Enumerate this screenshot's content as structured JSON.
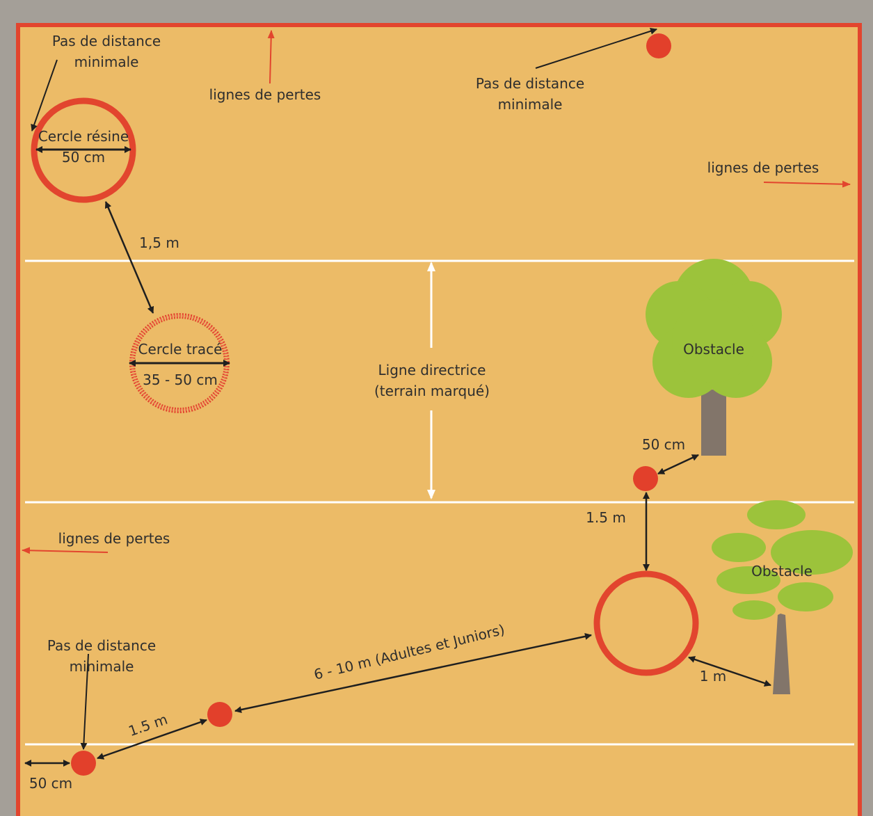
{
  "colors": {
    "field": "#ecbb67",
    "border": "#e2452e",
    "white_line": "#ffffff",
    "ball": "#e2402b",
    "foliage": "#9cc33b",
    "trunk": "#82756a",
    "ink": "#1f1f1f"
  },
  "labels": {
    "pas_distance_1a": "Pas de distance",
    "pas_distance_1b": "minimale",
    "lignes_pertes_top": "lignes de pertes",
    "pas_distance_2a": "Pas de distance",
    "pas_distance_2b": "minimale",
    "lignes_pertes_right": "lignes de pertes",
    "cercle_resine": "Cercle résine",
    "cercle_resine_size": "50 cm",
    "dist_1_5_top": "1,5 m",
    "cercle_trace": "Cercle tracé",
    "cercle_trace_size": "35 - 50 cm",
    "ligne_directrice_a": "Ligne directrice",
    "ligne_directrice_b": "(terrain marqué)",
    "obstacle_tree": "Obstacle",
    "dist_50cm_tree": "50 cm",
    "dist_1_5_right": "1.5 m",
    "lignes_pertes_left": "lignes de pertes",
    "obstacle_bush": "Obstacle",
    "pas_distance_3a": "Pas de distance",
    "pas_distance_3b": "minimale",
    "dist_adultes": "6 - 10 m (Adultes et Juniors)",
    "dist_1m": "1 m",
    "dist_1_5_bottom": "1.5 m",
    "dist_50cm_bottom": "50 cm"
  }
}
